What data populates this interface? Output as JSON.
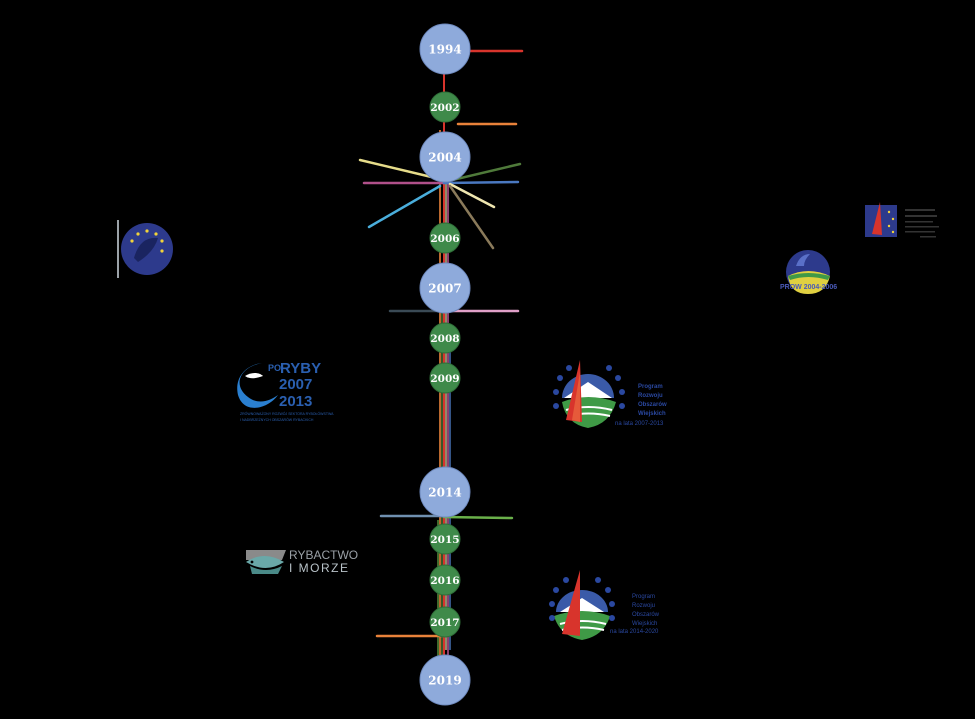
{
  "timeline": {
    "years": [
      {
        "label": "1994",
        "size": "large"
      },
      {
        "label": "2002",
        "size": "small"
      },
      {
        "label": "2004",
        "size": "large"
      },
      {
        "label": "2006",
        "size": "small"
      },
      {
        "label": "2007",
        "size": "large"
      },
      {
        "label": "2008",
        "size": "small"
      },
      {
        "label": "2009",
        "size": "small"
      },
      {
        "label": "2014",
        "size": "large"
      },
      {
        "label": "2015",
        "size": "small"
      },
      {
        "label": "2016",
        "size": "small"
      },
      {
        "label": "2017",
        "size": "small"
      },
      {
        "label": "2019",
        "size": "large"
      }
    ],
    "colors": {
      "large_node": "#8eaadb",
      "small_node": "#3f8a4a",
      "line_red": "#d8342c",
      "line_orange": "#e8823a",
      "line_yellow": "#e6dc8a",
      "line_green": "#4f7a3a",
      "line_magenta": "#b0508a",
      "line_blue": "#4a78c0",
      "line_cyan": "#4aaedc",
      "line_cream": "#efe6b0",
      "line_brown": "#8a7a5a",
      "line_darkgray": "#3a4a55",
      "line_pink": "#e0a0c8",
      "line_slate": "#7090b0",
      "line_lime": "#6ab04a"
    }
  },
  "logos": {
    "porybyt": {
      "top": "PO",
      "name": "RYBY",
      "y1": "2007",
      "y2": "2013",
      "caption1": "ZRÓWNOWAŻONY ROZWÓJ SEKTORA RYBOŁÓWSTWA",
      "caption2": "I NADBRZEŻNYCH OBSZARÓW RYBACKICH"
    },
    "prow2007": {
      "l1": "Program",
      "l2": "Rozwoju",
      "l3": "Obszarów",
      "l4": "Wiejskich",
      "l5": "na lata 2007-2013"
    },
    "prow2014": {
      "l1": "Program",
      "l2": "Rozwoju",
      "l3": "Obszarów",
      "l4": "Wiejskich",
      "l5": "na lata 2014-2020"
    },
    "rybactwo": {
      "l1": "RYBACTWO",
      "l2": "I MORZE"
    },
    "prow2004": {
      "caption": "PROW 2004-2006"
    }
  }
}
